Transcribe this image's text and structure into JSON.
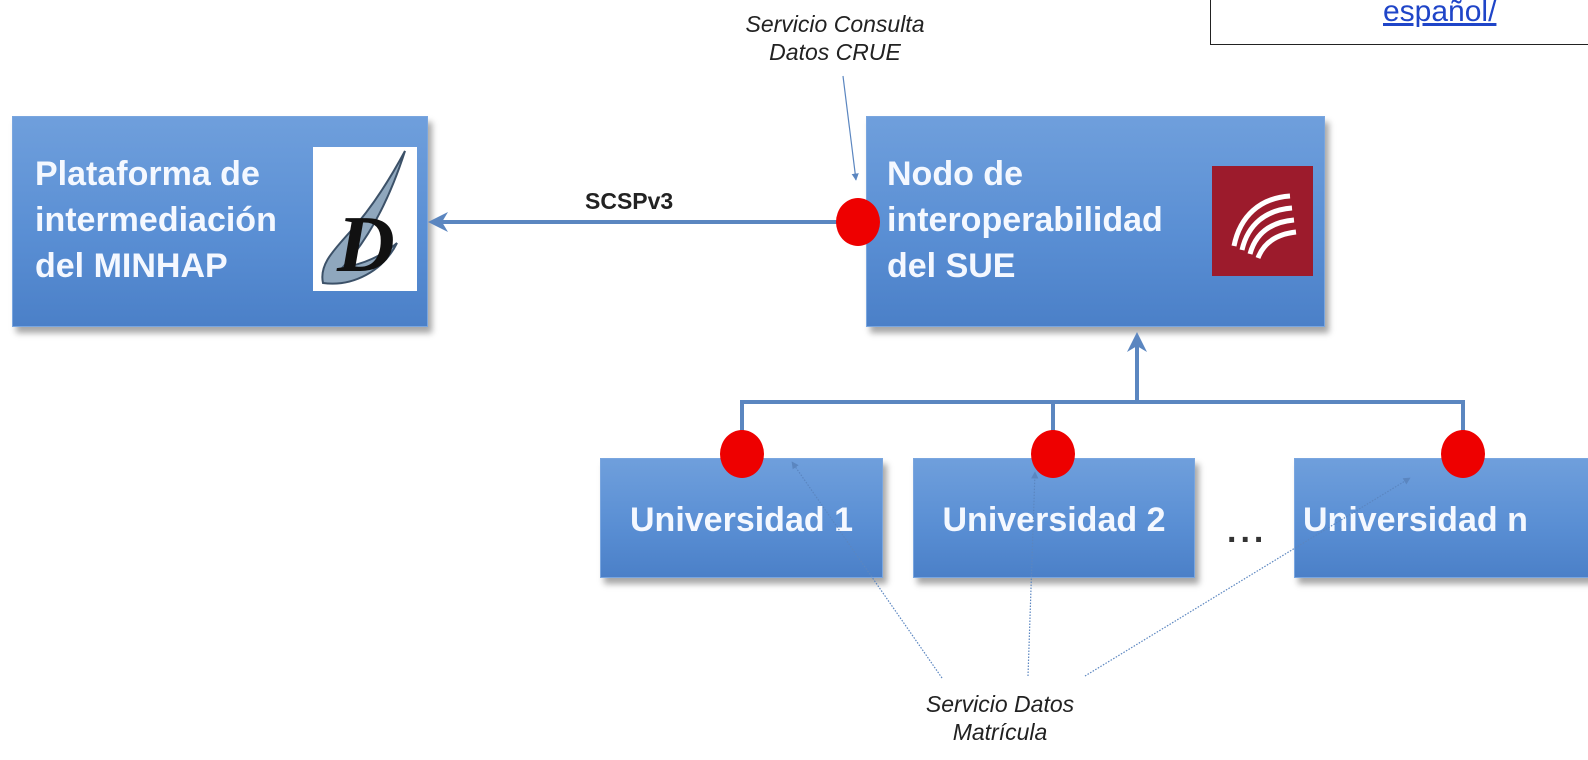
{
  "link_box": {
    "text": "español/"
  },
  "notes": {
    "crue_service": [
      "Servicio Consulta",
      "Datos CRUE"
    ],
    "enrollment_service": [
      "Servicio Datos",
      "Matrícula"
    ]
  },
  "minhap_box": {
    "lines": [
      "Plataforma de",
      "intermediación",
      "del MINHAP"
    ]
  },
  "sue_box": {
    "lines": [
      "Nodo de",
      "interoperabilidad",
      "del SUE"
    ]
  },
  "protocol_label": "SCSPv3",
  "universities": [
    "Universidad 1",
    "Universidad 2",
    "Universidad n"
  ],
  "ellipsis": "...",
  "colors": {
    "box": "#5a8fd4",
    "connector": "#5b86c0",
    "endpoint": "#ee0000",
    "sue_logo": "#9c1b2c"
  }
}
